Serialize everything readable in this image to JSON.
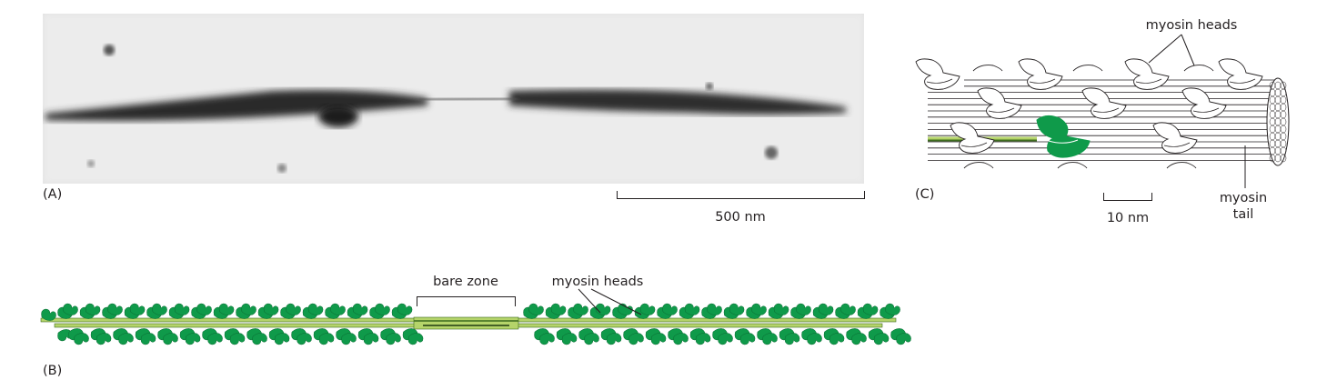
{
  "panel_a": {
    "label": "(A)",
    "scale_bar_label": "500 nm"
  },
  "panel_b": {
    "label": "(B)",
    "bare_zone_label": "bare zone",
    "heads_label": "myosin heads"
  },
  "panel_c": {
    "label": "(C)",
    "heads_label": "myosin heads",
    "scale_bar_label": "10 nm",
    "tail_label_line1": "myosin",
    "tail_label_line2": "tail"
  },
  "colors": {
    "head_green": "#0f9a4a",
    "tail_light_green": "#b5d46a",
    "tail_dark_green": "#3d6b1e",
    "line": "#231f20"
  }
}
